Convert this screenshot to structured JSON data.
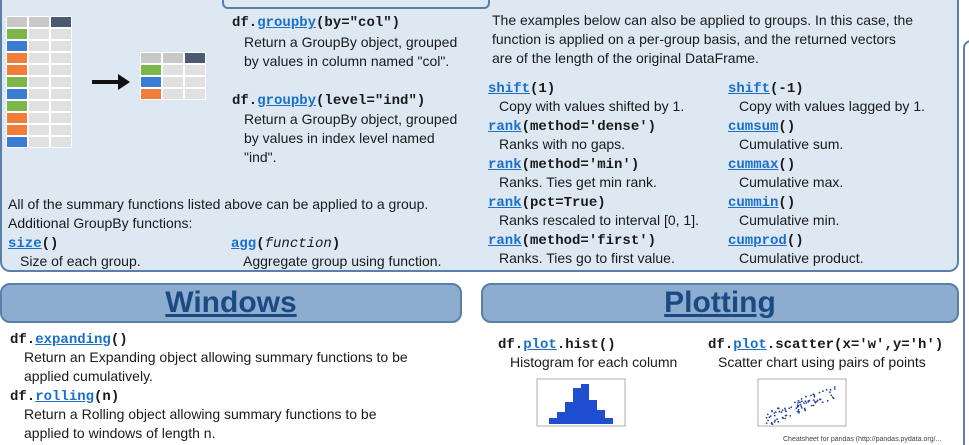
{
  "colors": {
    "accent": "#1a6fc9",
    "panel": "#dde8f3",
    "banner": "#8dadd0",
    "border": "#5a7fa8",
    "green": "#7ab648",
    "blue": "#3a7dd4",
    "orange": "#f07d3a",
    "gray": "#c8c8c8",
    "dark": "#4a5a70"
  },
  "groupby": {
    "by_prefix": "df.",
    "by_fn": "groupby",
    "by_args": "(by=\"col\")",
    "by_desc": [
      "Return a GroupBy object, grouped",
      "by values in column named \"col\"."
    ],
    "level_prefix": "df.",
    "level_fn": "groupby",
    "level_args": "(level=\"ind\")",
    "level_desc": [
      "Return a GroupBy object, grouped",
      "by values in index level named",
      "\"ind\"."
    ]
  },
  "summary": {
    "line1": "All of the summary functions listed above can be applied to a group.",
    "line2": "Additional GroupBy functions:",
    "size_fn": "size",
    "size_args": "()",
    "size_desc": "Size of each group.",
    "agg_fn": "agg",
    "agg_args_pre": "(",
    "agg_args_it": "function",
    "agg_args_post": ")",
    "agg_desc": "Aggregate group using function."
  },
  "intro": [
    "The examples below can also be applied to groups. In this case, the",
    "function is applied on a per-group basis, and the returned vectors",
    "are of the length of the original DataFrame."
  ],
  "left_fns": [
    {
      "fn": "shift",
      "args": "(1)",
      "desc": "Copy with values shifted by 1."
    },
    {
      "fn": "rank",
      "args": "(method='dense')",
      "desc": "Ranks with no gaps."
    },
    {
      "fn": "rank",
      "args": "(method='min')",
      "desc": "Ranks. Ties get min rank."
    },
    {
      "fn": "rank",
      "args": "(pct=True)",
      "desc": "Ranks rescaled to interval [0, 1]."
    },
    {
      "fn": "rank",
      "args": "(method='first')",
      "desc": "Ranks. Ties go to first value."
    }
  ],
  "right_fns": [
    {
      "fn": "shift",
      "args": "(-1)",
      "desc": "Copy with values lagged by 1."
    },
    {
      "fn": "cumsum",
      "args": "()",
      "desc": "Cumulative sum."
    },
    {
      "fn": "cummax",
      "args": "()",
      "desc": "Cumulative max."
    },
    {
      "fn": "cummin",
      "args": "()",
      "desc": "Cumulative min."
    },
    {
      "fn": "cumprod",
      "args": "()",
      "desc": "Cumulative product."
    }
  ],
  "windows": {
    "title": "Windows",
    "exp_prefix": "df.",
    "exp_fn": "expanding",
    "exp_args": "()",
    "exp_desc": [
      "Return an Expanding object allowing summary functions to be",
      "applied cumulatively."
    ],
    "roll_prefix": "df.",
    "roll_fn": "rolling",
    "roll_args": "(n)",
    "roll_desc": [
      "Return a Rolling object allowing summary functions to be",
      "applied to windows of length n."
    ]
  },
  "plotting": {
    "title": "Plotting",
    "hist_prefix": "df.",
    "hist_fn": "plot",
    "hist_args": ".hist()",
    "hist_desc": "Histogram for each column",
    "scatter_prefix": "df.",
    "scatter_fn": "plot",
    "scatter_args": ".scatter(x='w',y='h')",
    "scatter_desc": "Scatter chart using pairs of points",
    "hist_bars": [
      0.15,
      0.3,
      0.55,
      0.9,
      1.0,
      0.6,
      0.35,
      0.15
    ]
  },
  "footer": "Cheatsheet for pandas (http://pandas.pydata.org/..."
}
